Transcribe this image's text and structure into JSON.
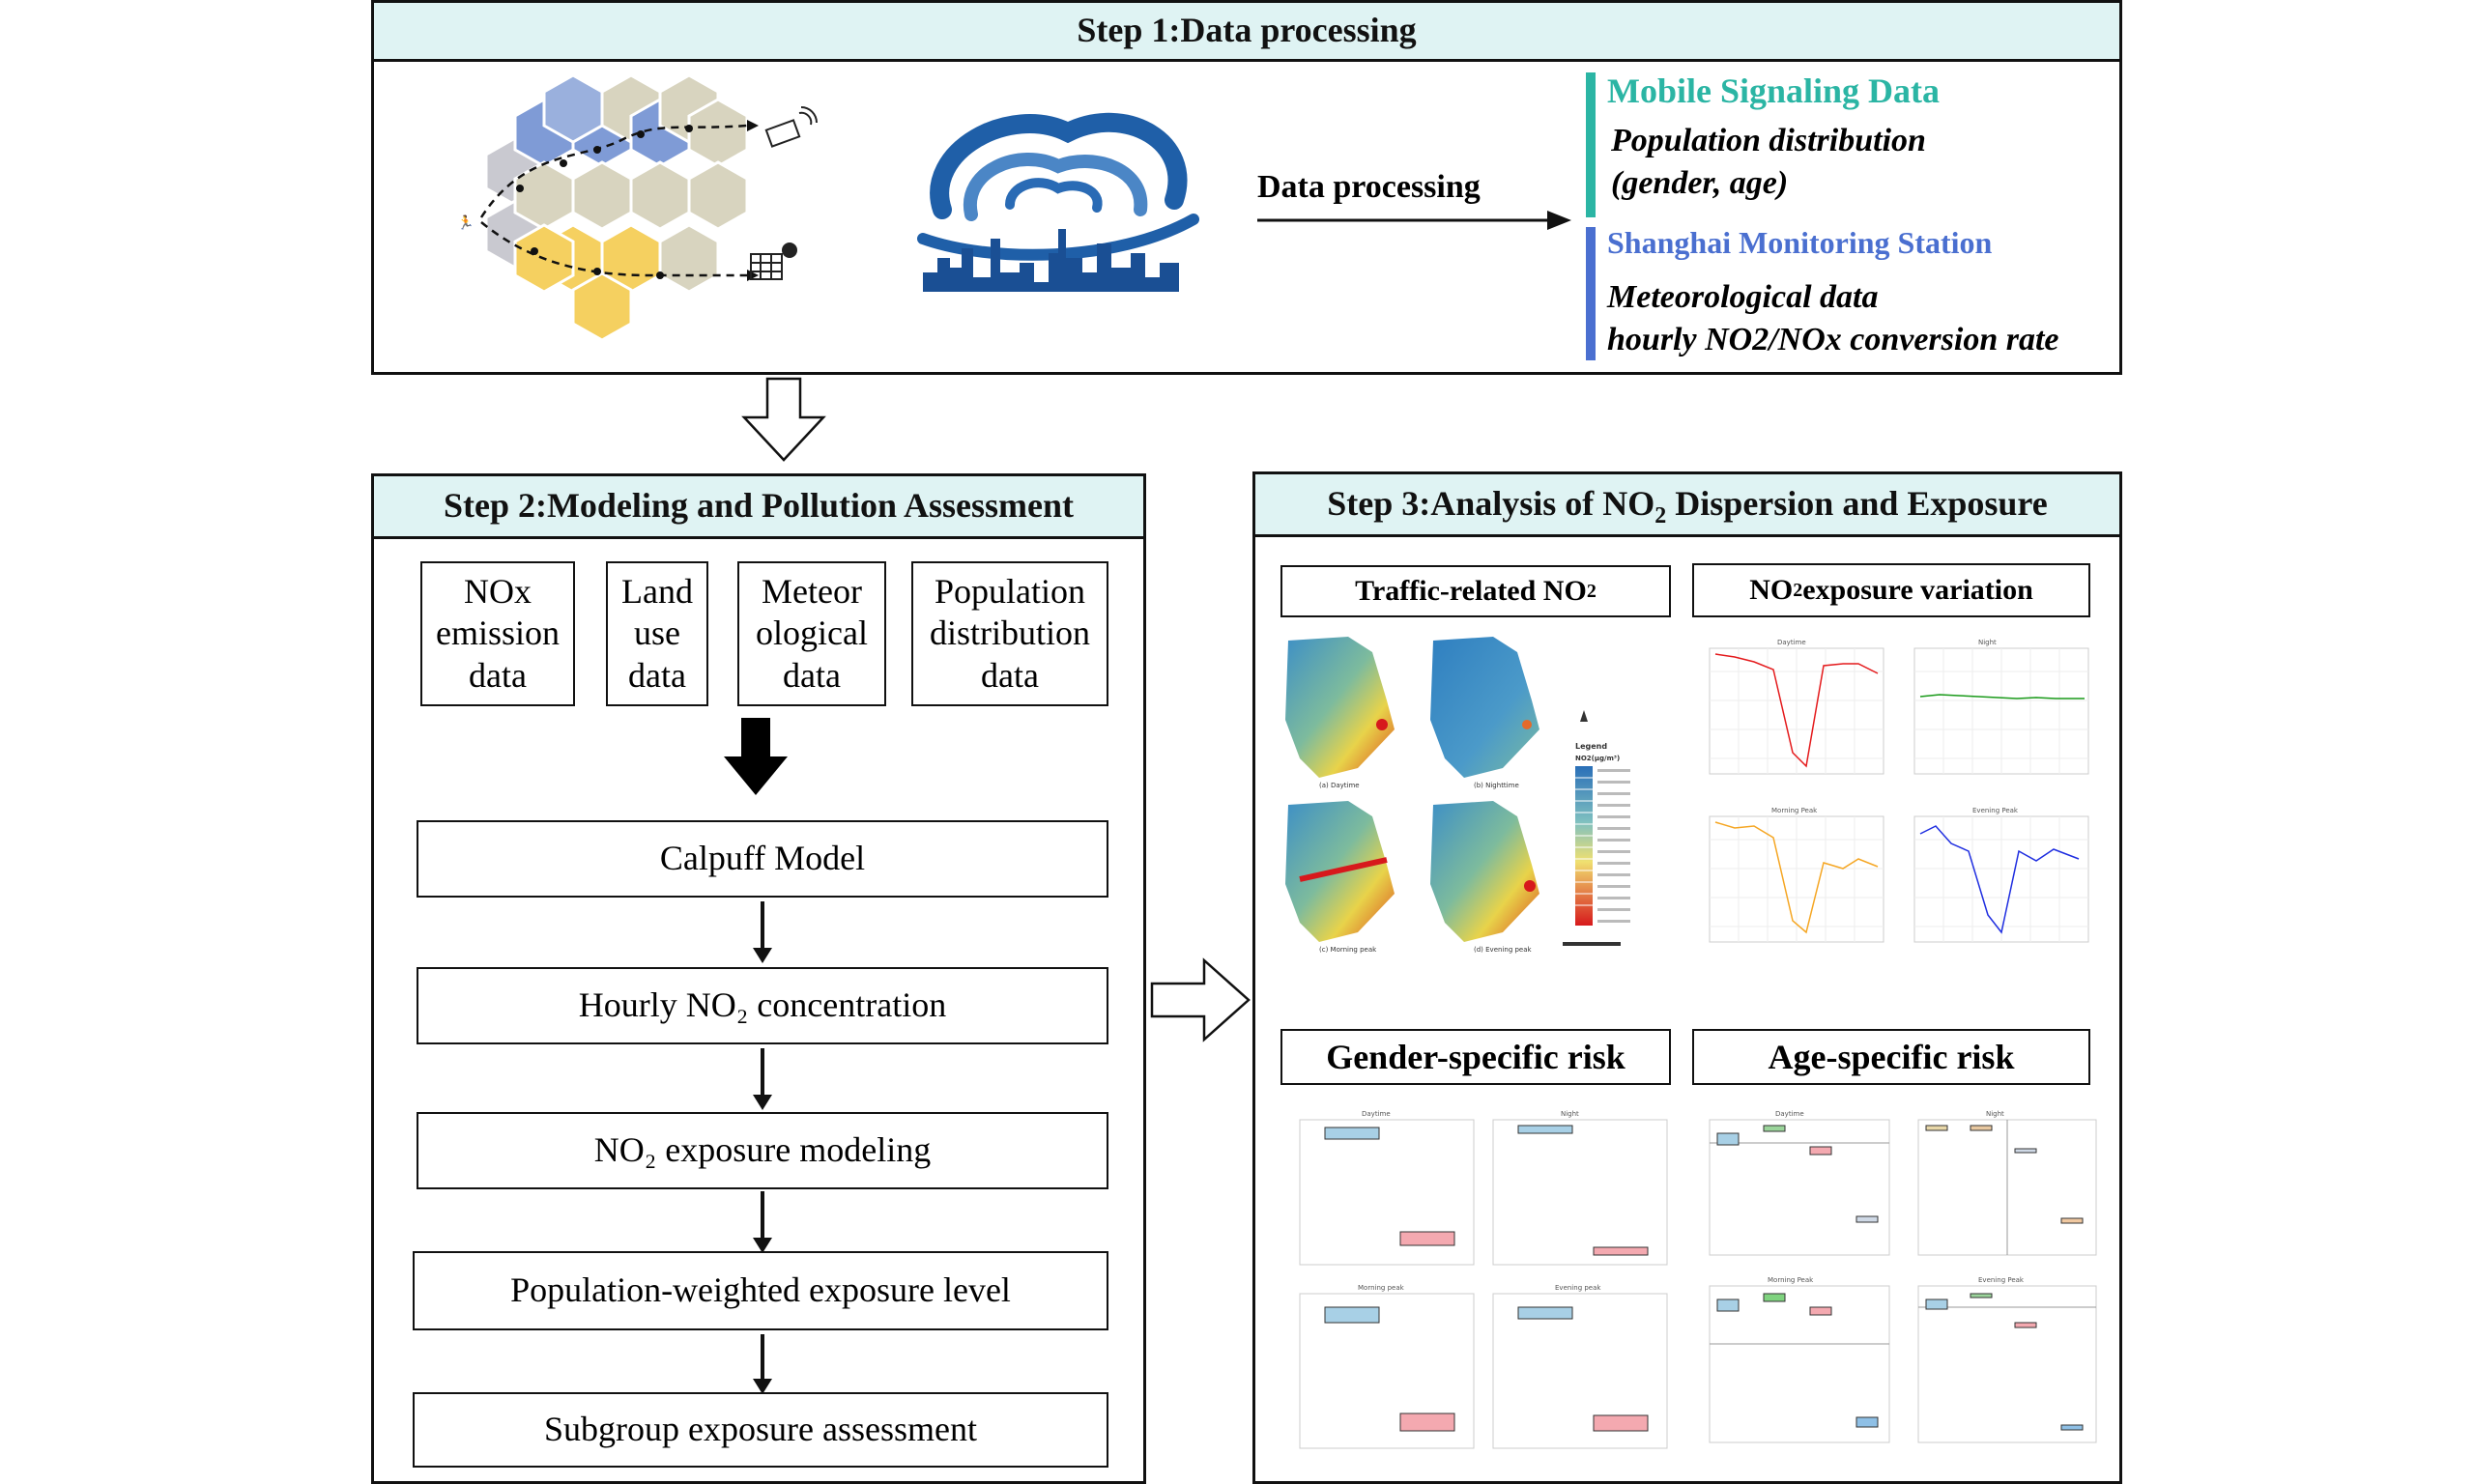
{
  "step1": {
    "title": "Step 1:Data processing",
    "arrow_label": "Data processing",
    "mobile": {
      "heading": "Mobile Signaling Data",
      "line1": "Population distribution",
      "line2": "(gender, age)"
    },
    "station": {
      "heading": "Shanghai Monitoring Station",
      "line1": "Meteorological data",
      "line2": "hourly NO2/NOx conversion rate"
    },
    "colors": {
      "mobile": "#2bb5a4",
      "station": "#4a6fd0",
      "header_bg": "#dff3f3"
    }
  },
  "step2": {
    "title": "Step 2:Modeling and Pollution Assessment",
    "inputs": [
      {
        "l1": "NOx",
        "l2": "emission",
        "l3": "data"
      },
      {
        "l1": "Land",
        "l2": "use",
        "l3": "data"
      },
      {
        "l1": "Meteor",
        "l2": "ological",
        "l3": "data"
      },
      {
        "l1": "Population",
        "l2": "distribution",
        "l3": "data"
      }
    ],
    "steps": [
      "Calpuff Model",
      "Hourly NO₂ concentration",
      "NO₂ exposure modeling",
      "Population-weighted exposure level",
      "Subgroup exposure assessment"
    ]
  },
  "step3": {
    "title_pre": "Step 3:Analysis of NO",
    "title_sub": "2",
    "title_post": " Dispersion and Exposure",
    "traffic": {
      "pre": "Traffic-related NO",
      "sub": "2"
    },
    "variation": {
      "pre": "NO",
      "sub": "2",
      "post": " exposure variation"
    },
    "gender": "Gender-specific risk",
    "age": "Age-specific risk",
    "map_captions": [
      "(a) Daytime",
      "(b) Nighttime",
      "(c) Morning peak",
      "(d) Evening peak"
    ],
    "legend_title": "Legend",
    "legend_unit": "NO2(μg/m³)",
    "variation_titles": [
      "Daytime",
      "Night",
      "Morning Peak",
      "Evening Peak"
    ],
    "gender_titles": [
      "Daytime",
      "Night",
      "Morning peak",
      "Evening peak"
    ],
    "age_titles": [
      "Daytime",
      "Night",
      "Morning Peak",
      "Evening Peak"
    ]
  }
}
